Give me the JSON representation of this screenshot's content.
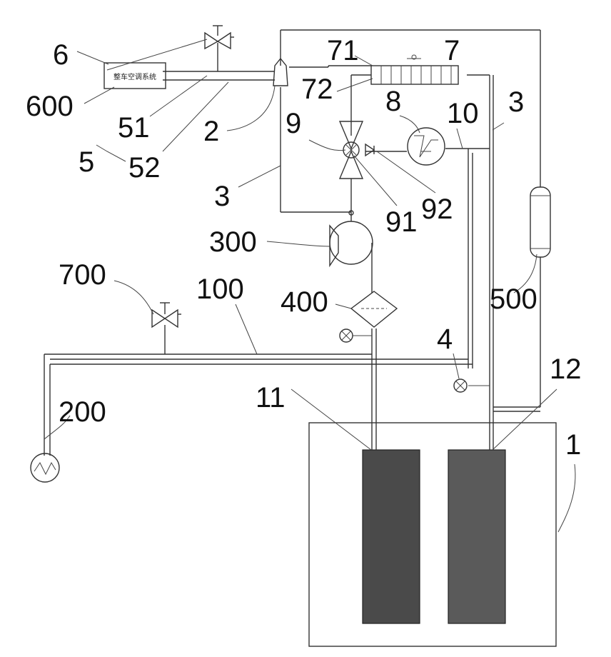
{
  "labels": {
    "n1": "1",
    "n2": "2",
    "n3a": "3",
    "n3b": "3",
    "n4": "4",
    "n5": "5",
    "n6": "6",
    "n7": "7",
    "n8": "8",
    "n9": "9",
    "n10": "10",
    "n11": "11",
    "n12": "12",
    "n51": "51",
    "n52": "52",
    "n71": "71",
    "n72": "72",
    "n91": "91",
    "n92": "92",
    "n100": "100",
    "n200": "200",
    "n300": "300",
    "n400": "400",
    "n500": "500",
    "n600": "600",
    "n700": "700"
  },
  "box600_text": "整车空调系统"
}
